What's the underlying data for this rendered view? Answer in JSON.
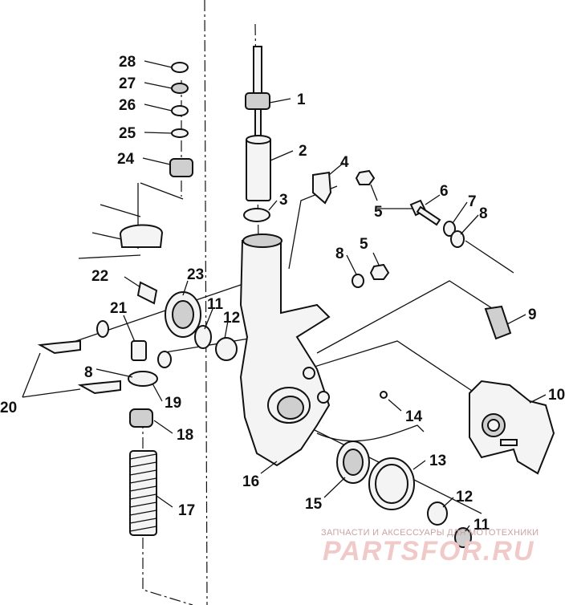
{
  "callouts": [
    {
      "id": "1",
      "label": "1"
    },
    {
      "id": "2",
      "label": "2"
    },
    {
      "id": "3",
      "label": "3"
    },
    {
      "id": "4",
      "label": "4"
    },
    {
      "id": "5a",
      "label": "5"
    },
    {
      "id": "5b",
      "label": "5"
    },
    {
      "id": "6",
      "label": "6"
    },
    {
      "id": "7",
      "label": "7"
    },
    {
      "id": "8a",
      "label": "8"
    },
    {
      "id": "8b",
      "label": "8"
    },
    {
      "id": "8c",
      "label": "8"
    },
    {
      "id": "9",
      "label": "9"
    },
    {
      "id": "10",
      "label": "10"
    },
    {
      "id": "11a",
      "label": "11"
    },
    {
      "id": "11b",
      "label": "11"
    },
    {
      "id": "12a",
      "label": "12"
    },
    {
      "id": "12b",
      "label": "12"
    },
    {
      "id": "13",
      "label": "13"
    },
    {
      "id": "14",
      "label": "14"
    },
    {
      "id": "15",
      "label": "15"
    },
    {
      "id": "16",
      "label": "16"
    },
    {
      "id": "17",
      "label": "17"
    },
    {
      "id": "18",
      "label": "18"
    },
    {
      "id": "19",
      "label": "19"
    },
    {
      "id": "20",
      "label": "20"
    },
    {
      "id": "21",
      "label": "21"
    },
    {
      "id": "22",
      "label": "22"
    },
    {
      "id": "23",
      "label": "23"
    },
    {
      "id": "24",
      "label": "24"
    },
    {
      "id": "25",
      "label": "25"
    },
    {
      "id": "26",
      "label": "26"
    },
    {
      "id": "27",
      "label": "27"
    },
    {
      "id": "28",
      "label": "28"
    }
  ],
  "watermark": {
    "caption": "ЗАПЧАСТИ И АКСЕССУАРЫ ДЛЯ МОТОТЕХНИКИ",
    "brand": "PARTSFOR.RU"
  }
}
